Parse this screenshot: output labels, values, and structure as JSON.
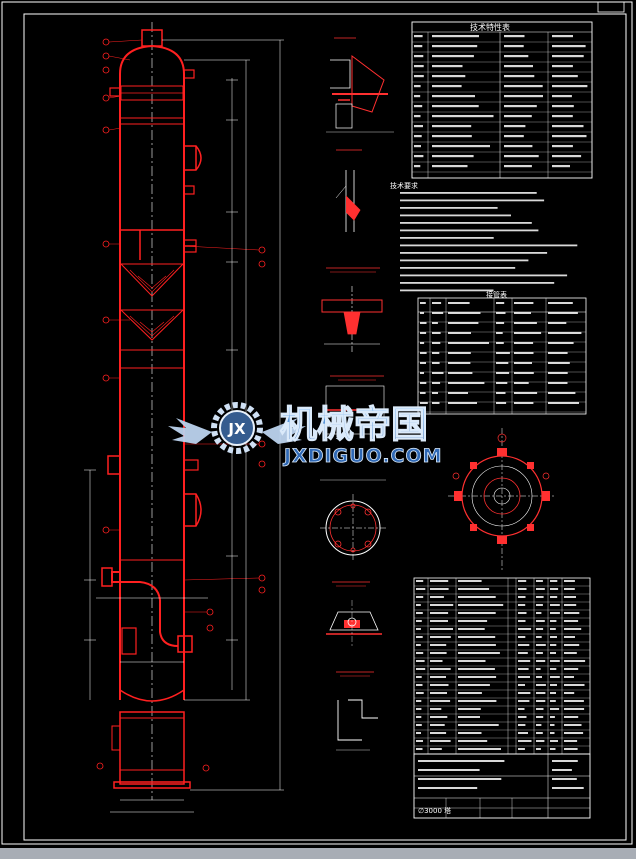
{
  "colors": {
    "background": "#000000",
    "frame": "#ffffff",
    "vessel": "#ff2020",
    "dimension": "#ffffff",
    "centerline": "#ffffff",
    "detail_accent": "#ff3030",
    "watermark_blue": "#3b7fd0",
    "bottom_bar": "#a8adb5"
  },
  "watermark": {
    "logo_letters": "JX",
    "brand_cn": "机械帝国",
    "domain": "JXDIGUO.COM"
  },
  "tech_table": {
    "heading": "技术特性表"
  },
  "notes": {
    "heading": "技术要求"
  },
  "nozzle_table": {
    "heading": "接管表"
  },
  "title_block": {
    "drawing_title": "∅3000 塔"
  },
  "icons": [
    "gear-logo-icon"
  ]
}
